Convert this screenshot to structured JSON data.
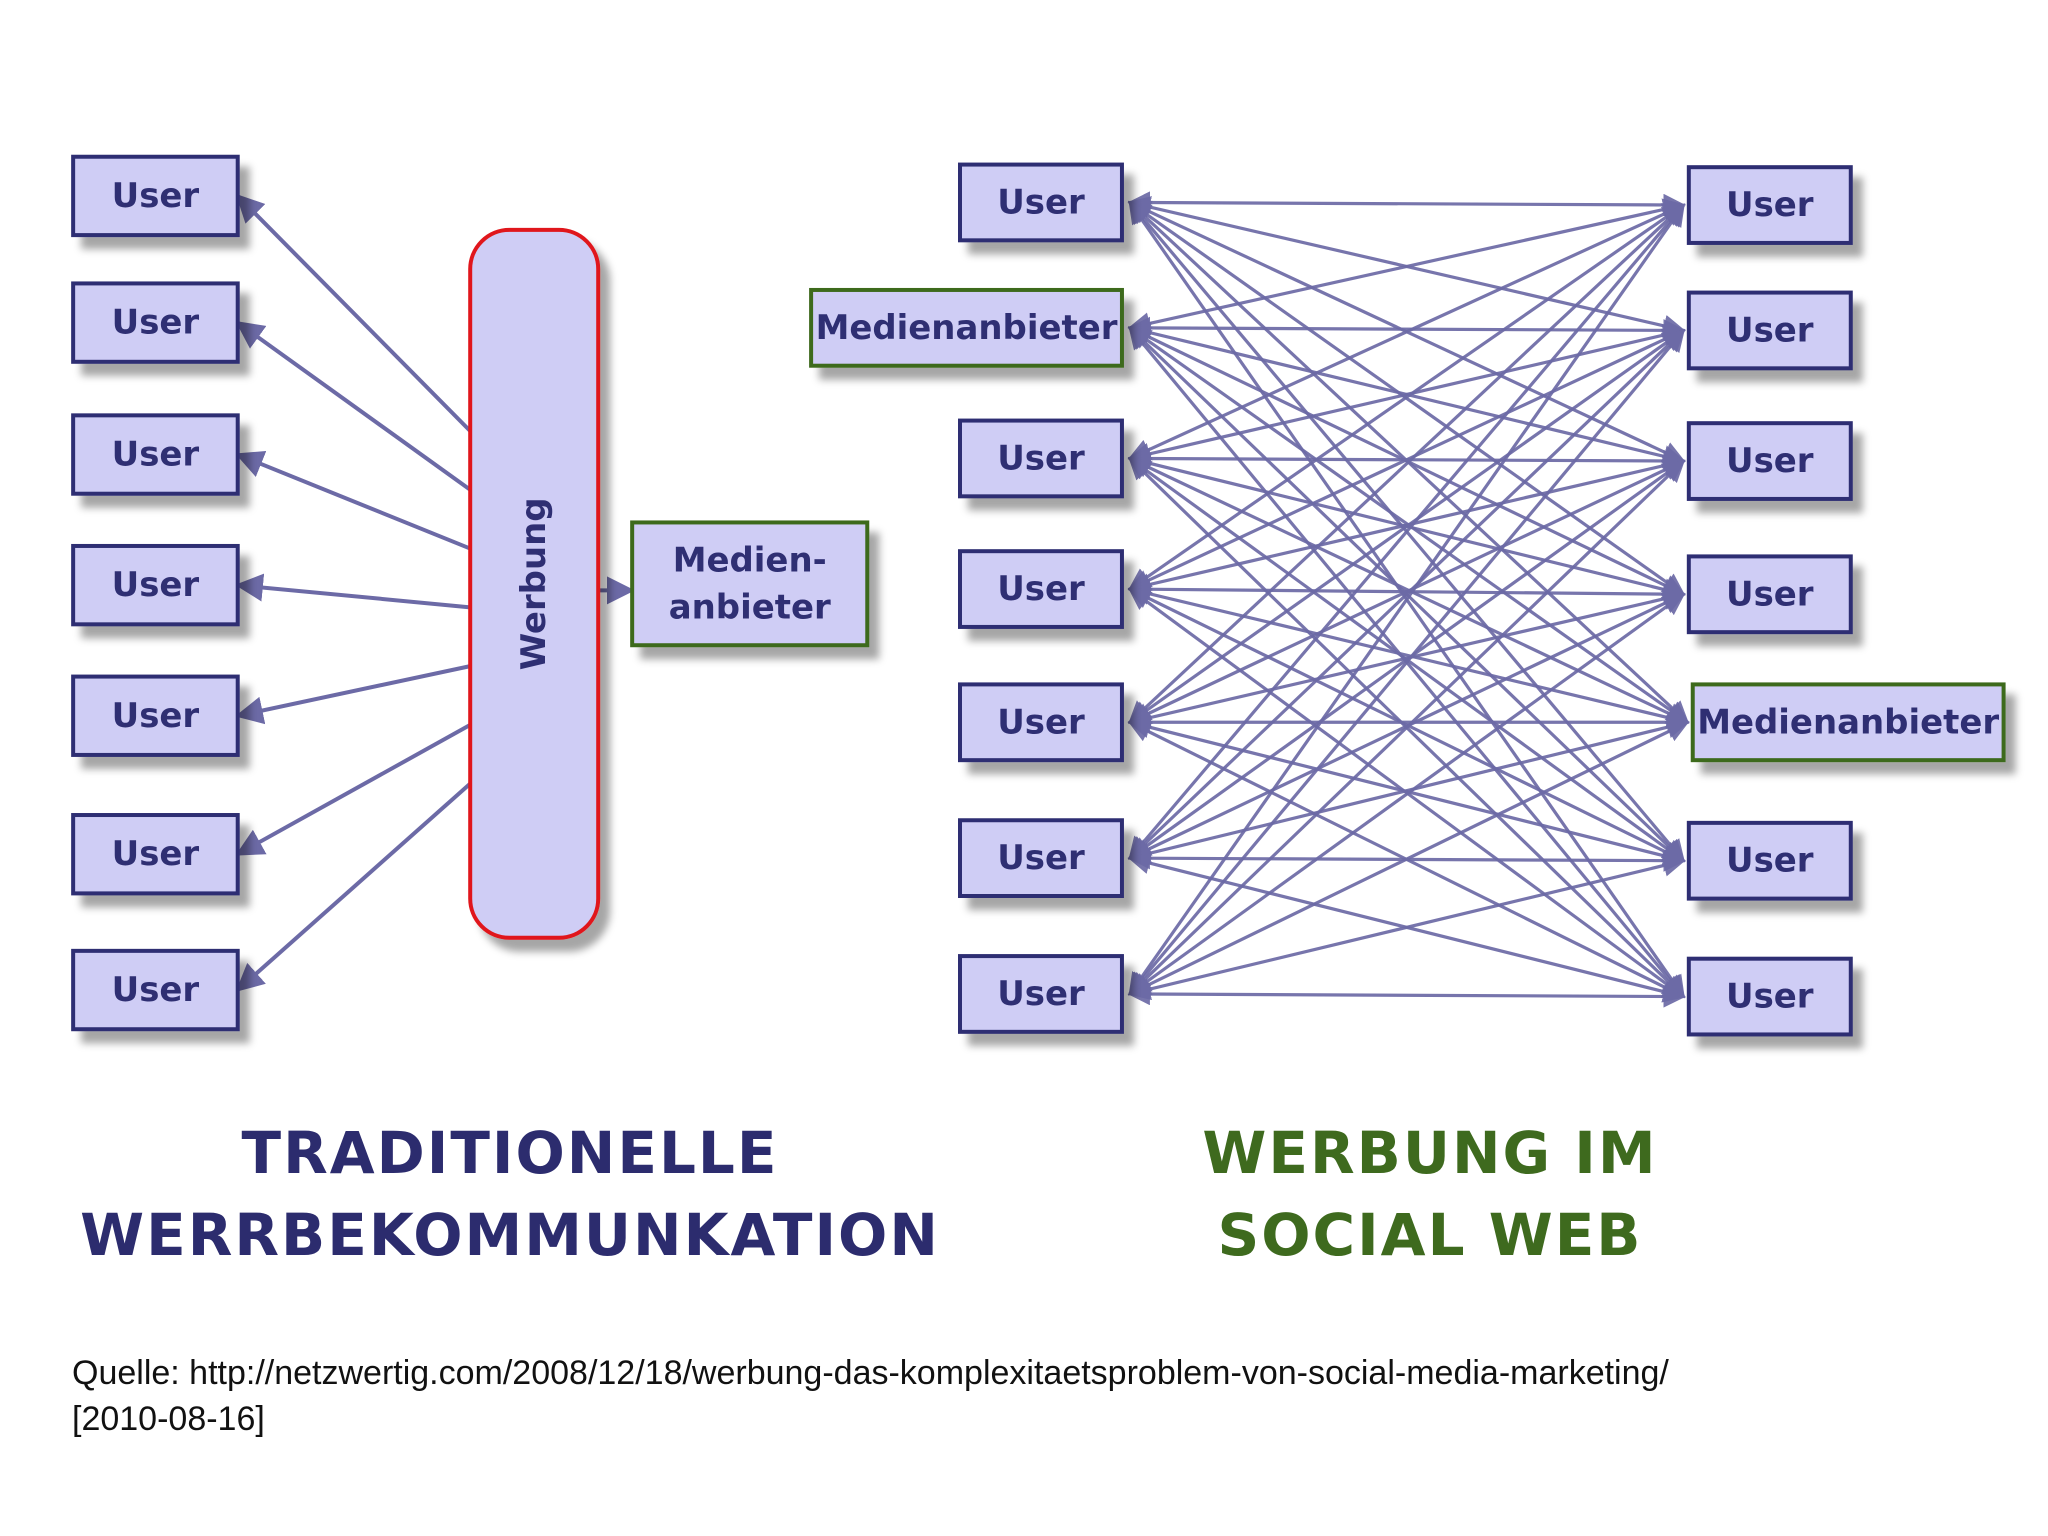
{
  "colors": {
    "box_fill": "#cfcdf5",
    "box_border": "#2f2f73",
    "provider_border": "#3e6a1e",
    "werbung_border": "#e0161b",
    "edge": "#6c6aa6",
    "traditional_title": "#2c2c6e",
    "social_title": "#3e6a1e"
  },
  "traditional": {
    "users": [
      "User",
      "User",
      "User",
      "User",
      "User",
      "User",
      "User"
    ],
    "werbung_label": "Werbung",
    "provider_line1": "Medien-",
    "provider_line2": "anbieter",
    "title_line1": "TRADITIONELLE",
    "title_line2": "WERRBEKOMMUNKATION"
  },
  "social": {
    "left_nodes": [
      "User",
      "Medienanbieter",
      "User",
      "User",
      "User",
      "User",
      "User"
    ],
    "right_nodes": [
      "User",
      "User",
      "User",
      "User",
      "Medienanbieter",
      "User",
      "User"
    ],
    "title_line1": "WERBUNG IM",
    "title_line2": "SOCIAL WEB"
  },
  "source": {
    "line1": "Quelle: http://netzwertig.com/2008/12/18/werbung-das-komplexitaetsproblem-von-social-media-marketing/",
    "line2": "[2010-08-16]"
  }
}
